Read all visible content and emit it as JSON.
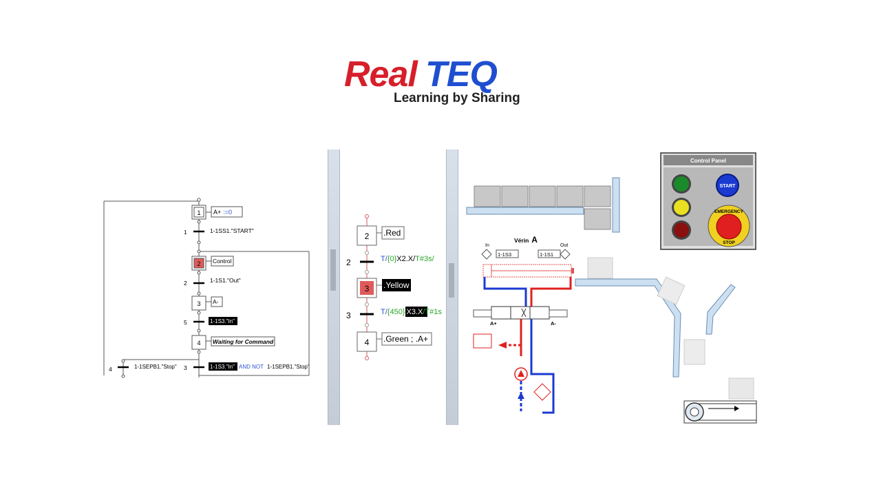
{
  "logo": {
    "part1": "Real",
    "part2": "TEQ",
    "tagline": "Learning by Sharing"
  },
  "grafcet_main": {
    "steps": [
      {
        "num": "1",
        "action": "A+",
        "action_suffix": ":=0"
      },
      {
        "num": "2",
        "action": "Control"
      },
      {
        "num": "3",
        "action": "A-"
      },
      {
        "num": "4",
        "action": "Waiting for Command"
      }
    ],
    "transitions": [
      {
        "num": "1",
        "condition": "1-1SS1.\"START\""
      },
      {
        "num": "2",
        "condition": "1-1S1.\"Out\""
      },
      {
        "num": "5",
        "condition": "1-1S3.\"In\""
      },
      {
        "num": "3",
        "condition_hl": "1-1S3.\"In\"",
        "condition_mid": "AND NOT",
        "condition_end": "1-1SEPB1.\"Stop\""
      },
      {
        "num": "4",
        "condition": "1-1SEPB1.\"Stop\""
      }
    ]
  },
  "grafcet_mid": {
    "steps": [
      {
        "num": "2",
        "action": ".Red"
      },
      {
        "num": "3",
        "action": ".Yellow"
      },
      {
        "num": "4",
        "action": ".Green ; .A+"
      }
    ],
    "transitions": [
      {
        "num": "2",
        "t1": "T/",
        "t2": "{0}",
        "t3": "X2.X/",
        "t4": "T#3s/"
      },
      {
        "num": "3",
        "t1": "T/",
        "t2": "{450}",
        "t3": "X3.X",
        "t4": "/T#1s"
      }
    ]
  },
  "hydraulic": {
    "cylinder_label": "Vérin",
    "cylinder_letter": "A",
    "in_label": "In",
    "out_label": "Out",
    "sensor_in": "1-1S3",
    "sensor_out": "1-1S1",
    "valve_a_plus": "A+",
    "valve_a_minus": "A-"
  },
  "control_panel": {
    "title": "Control Panel",
    "start_label": "START",
    "emergency_label_1": "EMERGENCY",
    "emergency_label_2": "STOP",
    "colors": {
      "green": "#1a8a2a",
      "yellow": "#e8e020",
      "red": "#8a1010",
      "blue": "#1a3ad0"
    }
  }
}
